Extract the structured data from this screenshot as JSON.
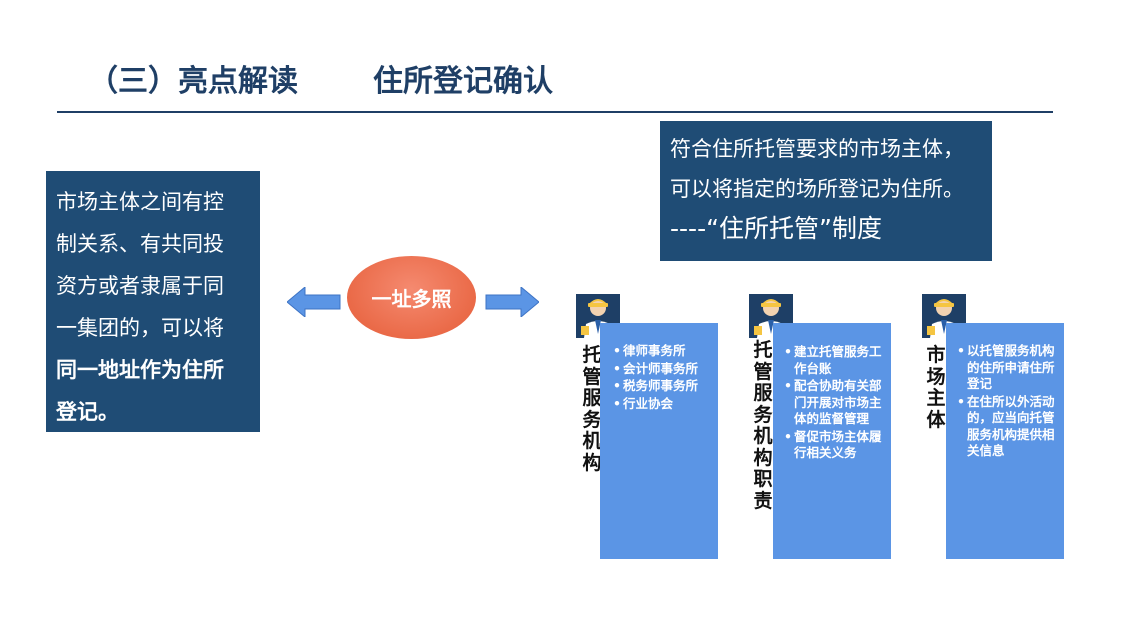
{
  "header": {
    "section_title": "（三）亮点解读",
    "topic_title": "住所登记确认"
  },
  "left_box": {
    "lines": [
      "市场主体之间有控",
      "制关系、有共同投",
      "资方或者隶属于同",
      "一集团的，可以将"
    ],
    "strong_lines": [
      "同一地址作为住所",
      "登记。"
    ]
  },
  "top_box": {
    "line1": "符合住所托管要求的市场主体，",
    "line2": "可以将指定的场所登记为住所。",
    "line3": "----“住所托管”制度"
  },
  "center": {
    "label": "一址多照"
  },
  "columns": [
    {
      "label": "托管服务机构",
      "items": [
        "律师事务所",
        "会计师事务所",
        "税务师事务所",
        "行业协会"
      ],
      "icon": "businessman-icon"
    },
    {
      "label": "托管服务机构职责",
      "items": [
        "建立托管服务工作台账",
        "配合协助有关部门开展对市场主体的监督管理",
        "督促市场主体履行相关义务"
      ],
      "icon": "businessman-icon"
    },
    {
      "label": "市场主体",
      "items": [
        "以托管服务机构的住所申请住所登记",
        "在住所以外活动的，应当向托管服务机构提供相关信息"
      ],
      "icon": "businessman-icon"
    }
  ],
  "colors": {
    "navy": "#1f4c75",
    "title": "#1f3f66",
    "blue_panel": "#5b95e5",
    "arrow": "#5b95e5",
    "oval": "#ea6a48"
  }
}
